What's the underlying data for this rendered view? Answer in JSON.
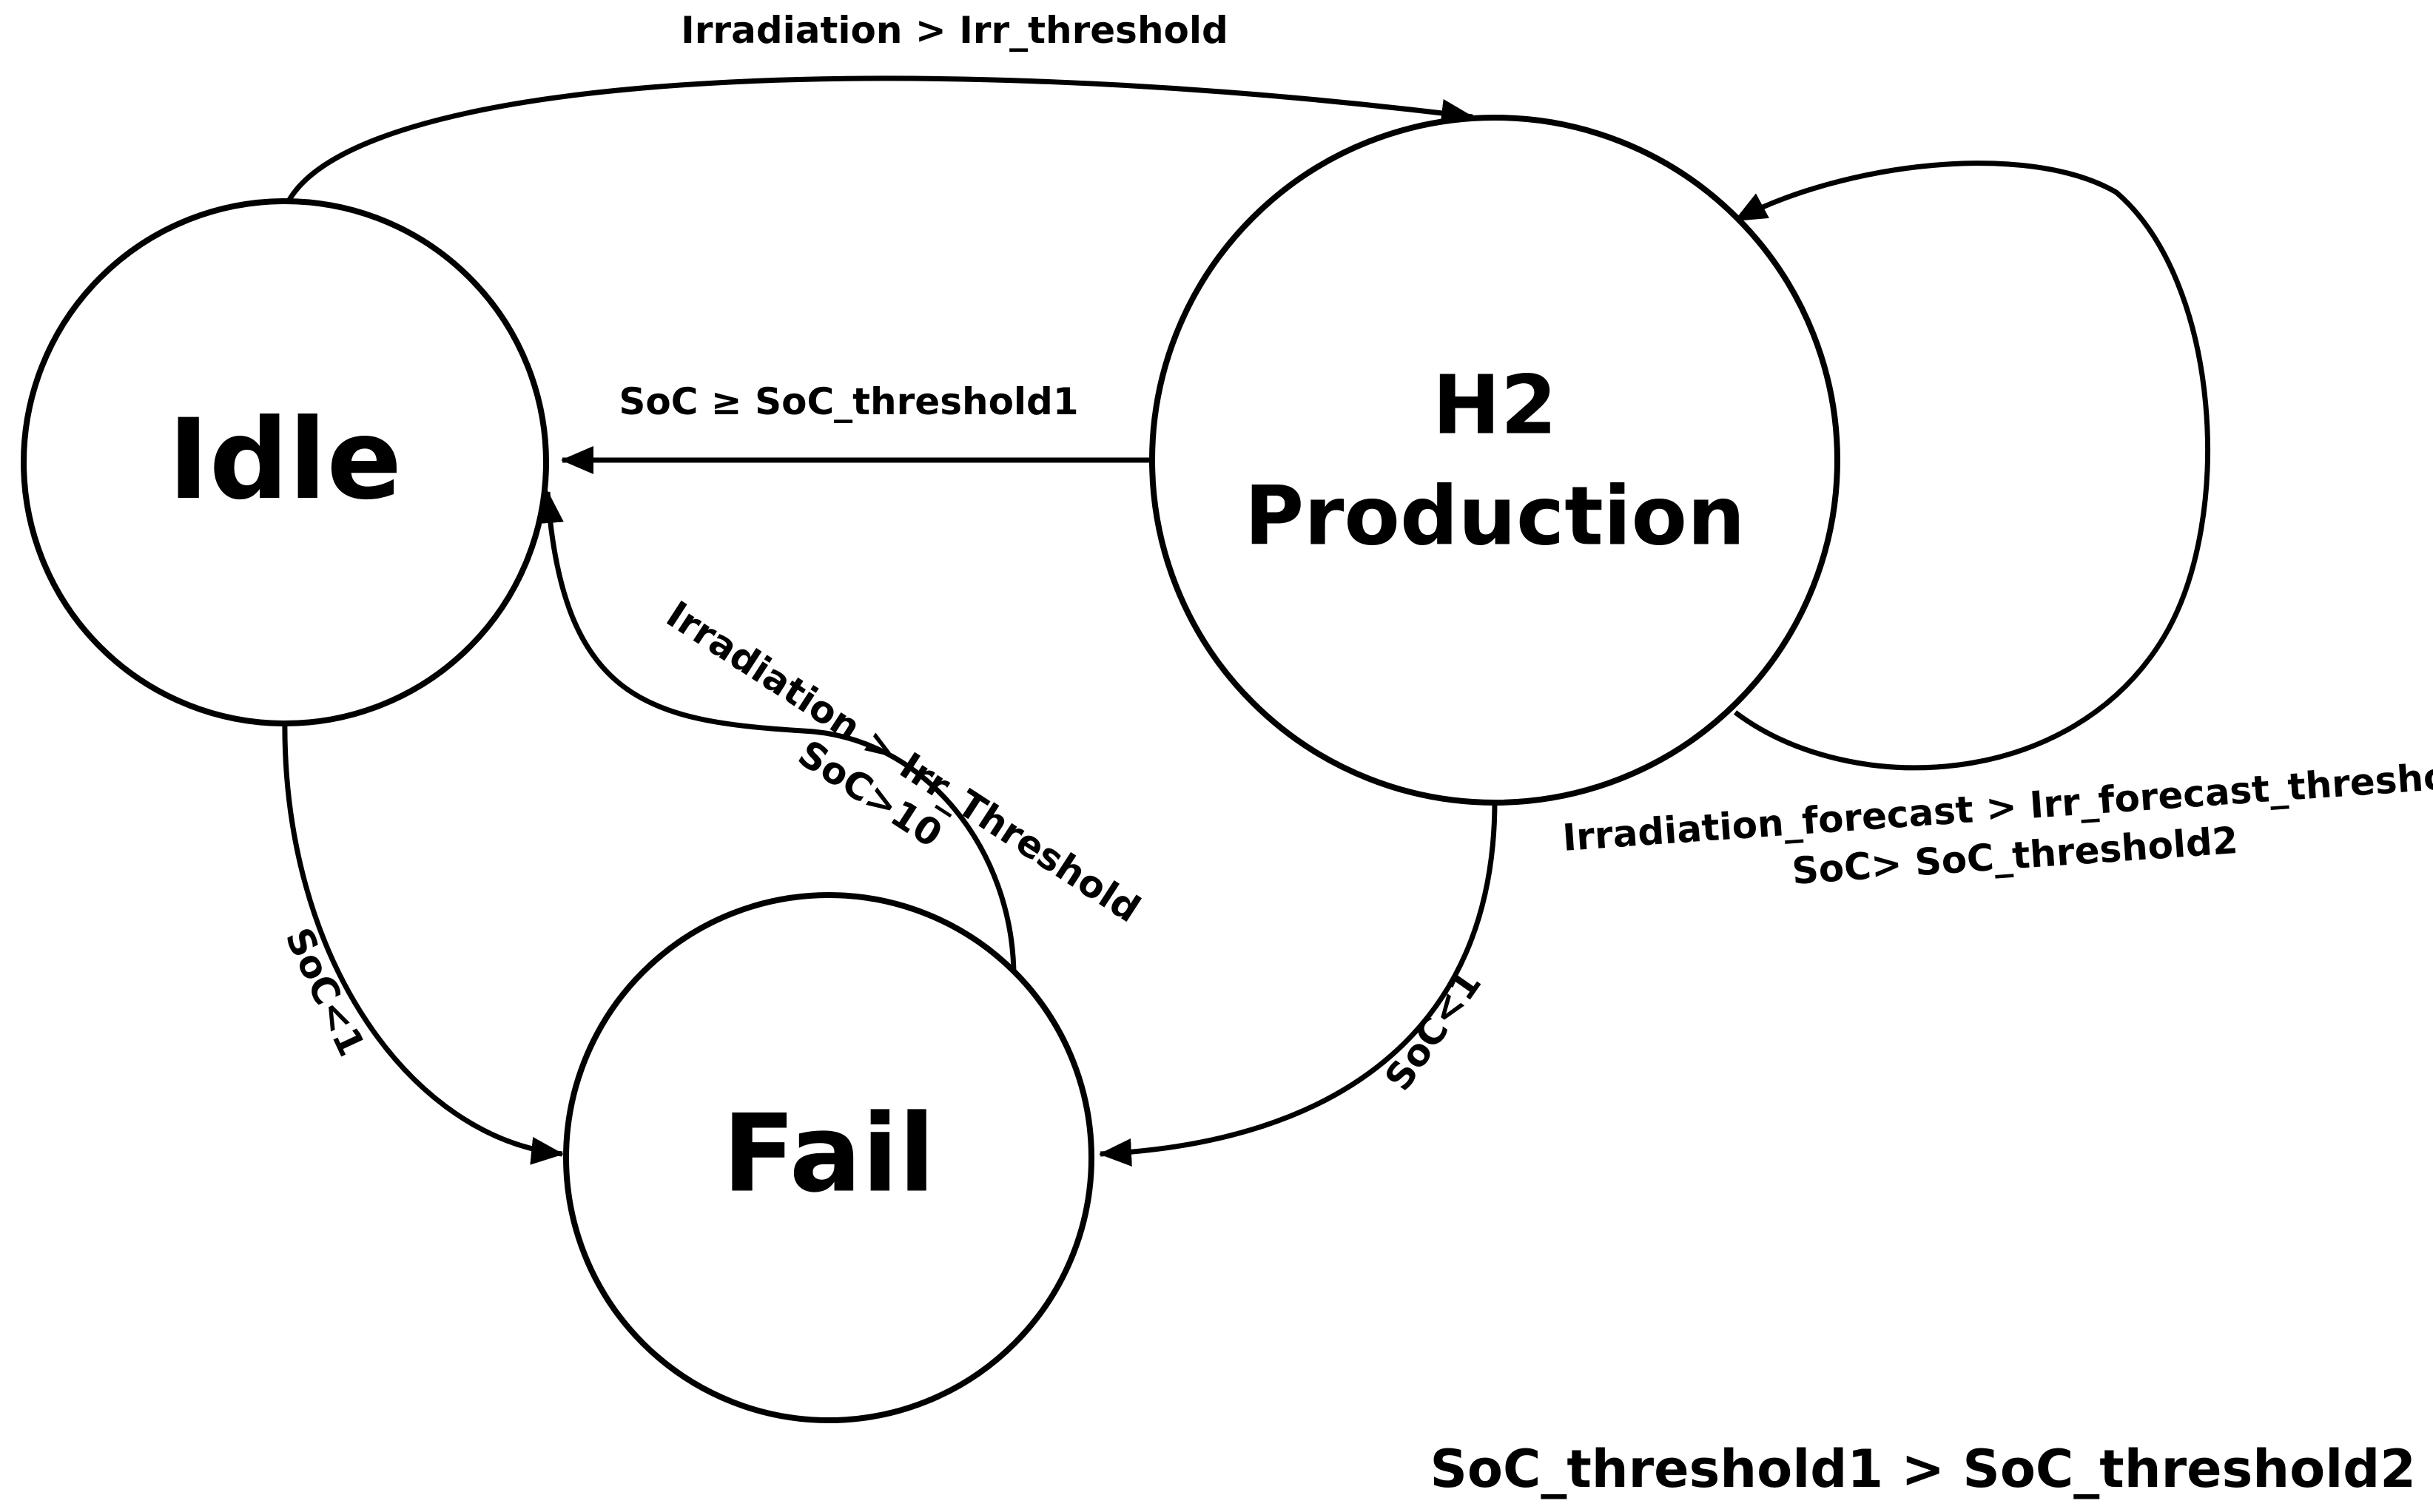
{
  "states": {
    "idle": "Idle",
    "h2_line1": "H2",
    "h2_line2": "Production",
    "fail": "Fail"
  },
  "transitions": {
    "idle_to_h2": "Irradiation > Irr_threshold",
    "h2_to_idle": "SoC ≥ SoC_threshold1",
    "fail_to_idle_line1": "Irradiation > Irr_Threshold",
    "fail_to_idle_line2": "SoC>10",
    "idle_to_fail": "SoC<1",
    "h2_to_fail": "SoC<1",
    "h2_self_line1": "Irradiation_forecast > Irr_forecast_threshold",
    "h2_self_line2": "SoC> SoC_threshold2"
  },
  "note": "SoC_threshold1 > SoC_threshold2"
}
